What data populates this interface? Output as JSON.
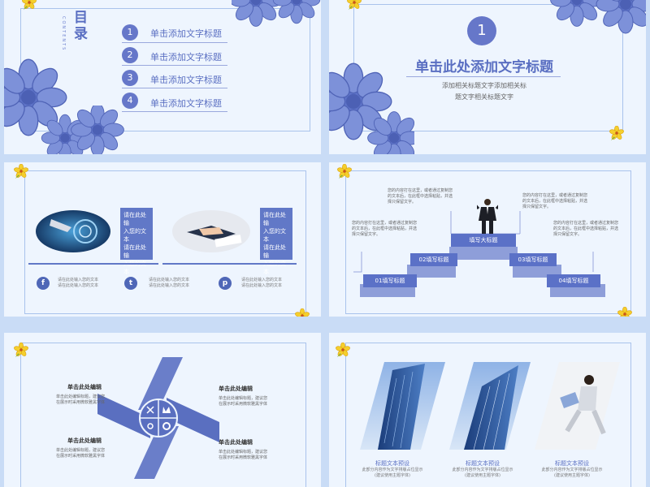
{
  "toc": {
    "title": "目录",
    "subtitle": "CONTENTS",
    "items": [
      {
        "num": "1",
        "label": "单击添加文字标题"
      },
      {
        "num": "2",
        "label": "单击添加文字标题"
      },
      {
        "num": "3",
        "label": "单击添加文字标题"
      },
      {
        "num": "4",
        "label": "单击添加文字标题"
      }
    ]
  },
  "section": {
    "num": "1",
    "title": "单击此处添加文字标题",
    "sub1": "添加相关标题文字添加相关标",
    "sub2": "题文字相关标题文字"
  },
  "images_slide": {
    "box1": [
      "请在此处输",
      "入您的文本",
      "请在此处输",
      "入您的文本"
    ],
    "box2": [
      "请在此处输",
      "入您的文本",
      "请在此处输",
      "入您的文本"
    ],
    "social": [
      {
        "icon": "f",
        "text1": "请在此处输入您的文本",
        "text2": "请在此处输入您的文本"
      },
      {
        "icon": "t",
        "text1": "请在此处输入您的文本",
        "text2": "请在此处输入您的文本"
      },
      {
        "icon": "p",
        "text1": "请在此处输入您的文本",
        "text2": "请在此处输入您的文本"
      }
    ]
  },
  "steps_slide": {
    "top": "填写大标题",
    "s1": "01填写标题",
    "s2": "02填写标题",
    "s3": "03填写标题",
    "s4": "04填写标题",
    "desc": "您的内容打在这里，或者通过复制您的文本后，在此框中选择粘贴，并选择只保留文字。"
  },
  "pinwheel_slide": {
    "h1": "单击此处编辑",
    "h2": "单击此处编辑",
    "h3": "单击此处编辑",
    "h4": "单击此处编辑",
    "p": "单击此处编辑标题，建议您在展示时采用微软雅黑字体"
  },
  "photos_slide": {
    "captions": [
      {
        "title": "标题文本预设",
        "l1": "此部分内容作为文字排版占位显示",
        "l2": "(建议使用主题字体)"
      },
      {
        "title": "标题文本预设",
        "l1": "此部分内容作为文字排版占位显示",
        "l2": "(建议使用主题字体)"
      },
      {
        "title": "标题文本预设",
        "l1": "此部分内容作为文字排版占位显示",
        "l2": "(建议使用主题字体)"
      }
    ]
  },
  "colors": {
    "accent": "#6677c9",
    "bg": "#c9dcf6",
    "slide": "#eef5fe"
  }
}
